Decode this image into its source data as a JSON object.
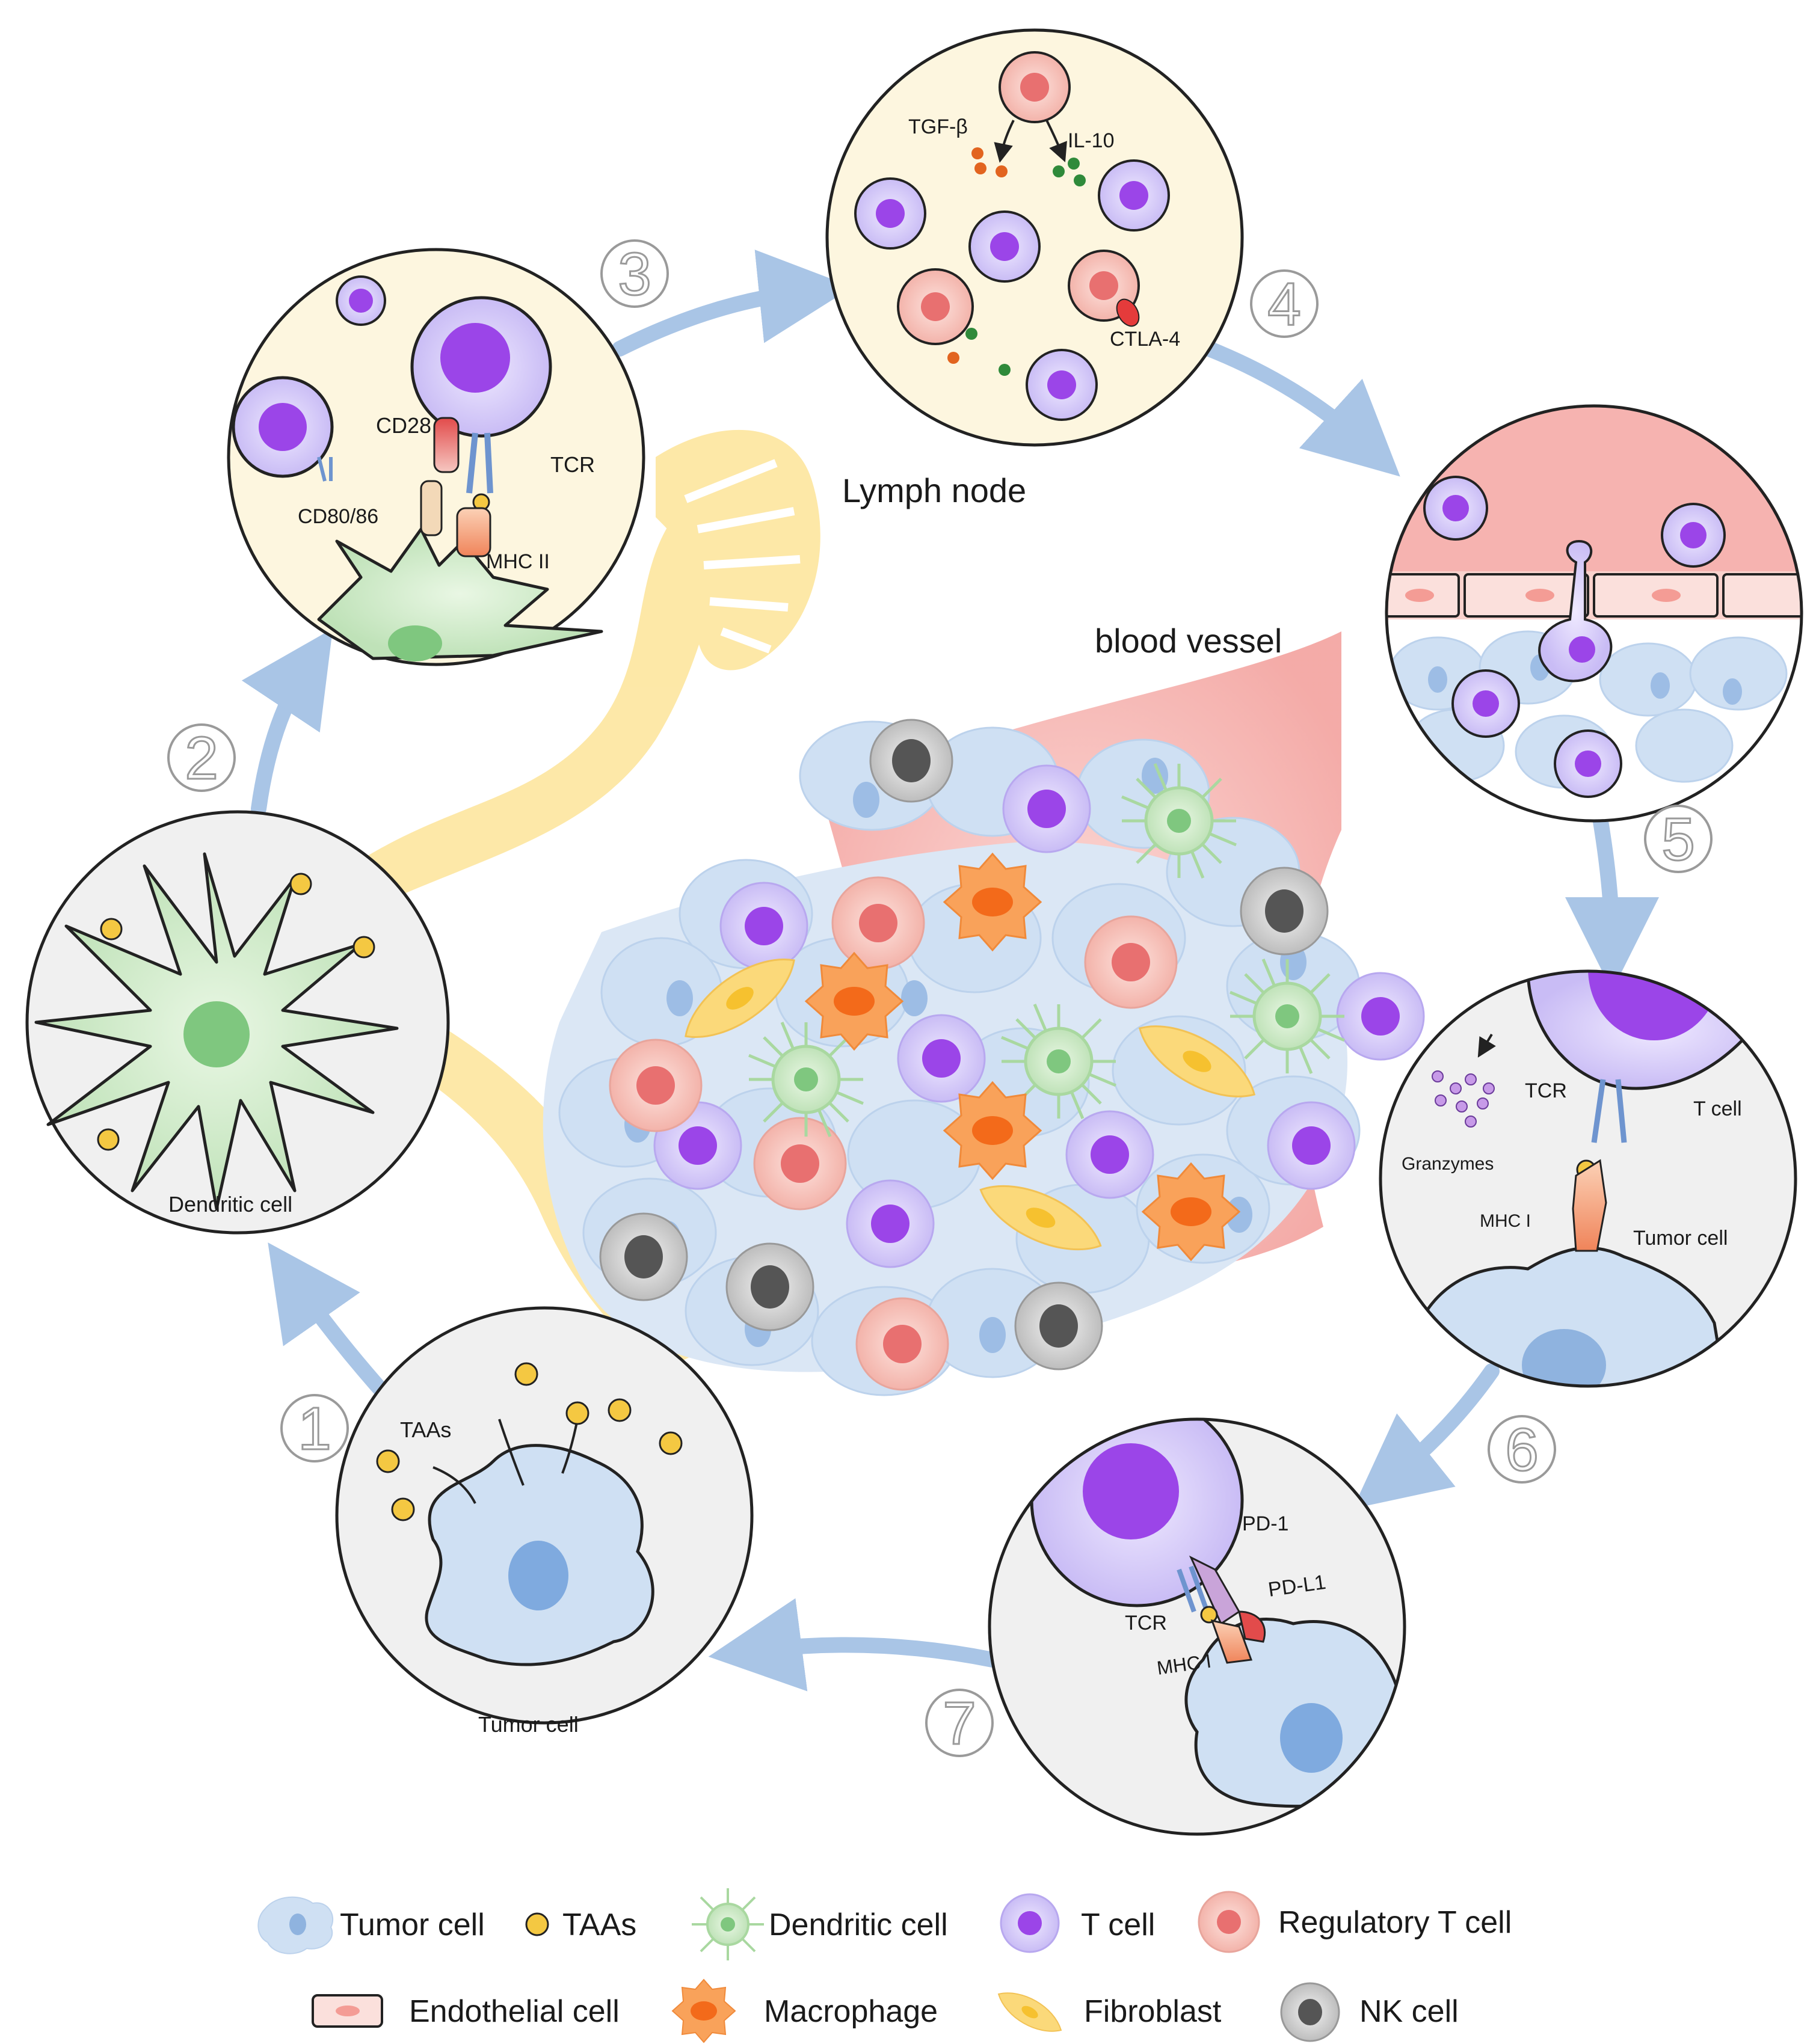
{
  "labels": {
    "lymph_node": "Lymph node",
    "blood_vessel": "blood vessel"
  },
  "steps": [
    "1",
    "2",
    "3",
    "4",
    "5",
    "6",
    "7"
  ],
  "panel1": {
    "taas": "TAAs",
    "tumor_cell": "Tumor cell"
  },
  "panel2": {
    "dendritic_cell": "Dendritic cell"
  },
  "panel3": {
    "cd28": "CD28",
    "tcr": "TCR",
    "cd80_86": "CD80/86",
    "mhc_ii": "MHC II"
  },
  "panel4": {
    "tgf_beta": "TGF-β",
    "il_10": "IL-10",
    "ctla_4": "CTLA-4"
  },
  "panel6": {
    "tcr": "TCR",
    "t_cell": "T cell",
    "granzymes": "Granzymes",
    "mhc_i": "MHC I",
    "tumor_cell": "Tumor cell"
  },
  "panel7": {
    "pd_1": "PD-1",
    "pd_l1": "PD-L1",
    "tcr": "TCR",
    "mhc_i": "MHC I"
  },
  "legend": {
    "tumor_cell": "Tumor cell",
    "taas": "TAAs",
    "dendritic_cell": "Dendritic cell",
    "t_cell": "T cell",
    "regulatory_t_cell": "Regulatory T cell",
    "endothelial_cell": "Endothelial cell",
    "macrophage": "Macrophage",
    "fibroblast": "Fibroblast",
    "nk_cell": "NK cell"
  },
  "colors": {
    "arrow": "#a9c5e6",
    "tumor": "#cfe0f3",
    "tumor_nucleus": "#8fb3df",
    "t_cell": "#d8cdf7",
    "t_nucleus": "#9b45e8",
    "treg": "#f7c4bd",
    "treg_nucleus": "#e87070",
    "dendritic": "#c9e8c4",
    "dendritic_nucleus": "#7fc77f",
    "nk": "#cccccc",
    "nk_nucleus": "#555555",
    "macrophage": "#f9a25a",
    "macrophage_nucleus": "#f36a1a",
    "fibroblast": "#fbd97a",
    "taa": "#f4c842",
    "yellow_band": "#fde7a3",
    "vessel": "#f6b3b0"
  }
}
